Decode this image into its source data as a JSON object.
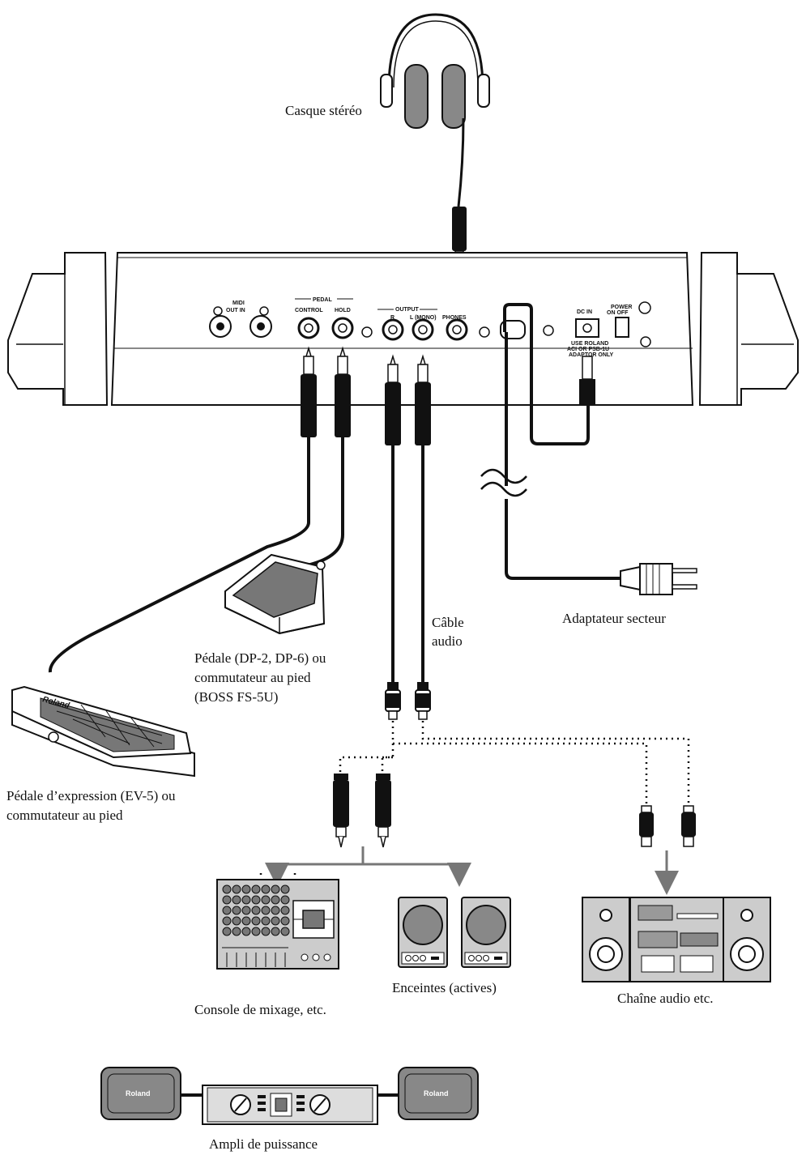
{
  "labels": {
    "headphones": "Casque stéréo",
    "ac_adaptor": "Adaptateur secteur",
    "audio_cable_1": "Câble",
    "audio_cable_2": "audio",
    "pedal_1": "Pédale (DP-2, DP-6) ou",
    "pedal_2": "commutateur au pied",
    "pedal_3": "(BOSS FS-5U)",
    "expression_1": "Pédale d’expression (EV-5) ou",
    "expression_2": "commutateur au pied",
    "mixer": "Console de mixage, etc.",
    "speakers": "Enceintes (actives)",
    "stereo": "Chaîne audio etc.",
    "amp": "Ampli de puissance"
  },
  "panel": {
    "midi": "MIDI",
    "out_in": "OUT  IN",
    "pedal": "PEDAL",
    "control": "CONTROL",
    "hold": "HOLD",
    "output": "OUTPUT",
    "r": "R",
    "l_mono": "L (MONO)",
    "phones": "PHONES",
    "dc_in": "DC IN",
    "use_roland": "USE ROLAND",
    "acl_or": "ACI OR PSB-1U",
    "adaptor_only": "ADAPTOR ONLY",
    "power": "POWER",
    "on_off": "ON  OFF"
  },
  "brand": {
    "roland": "Roland"
  }
}
